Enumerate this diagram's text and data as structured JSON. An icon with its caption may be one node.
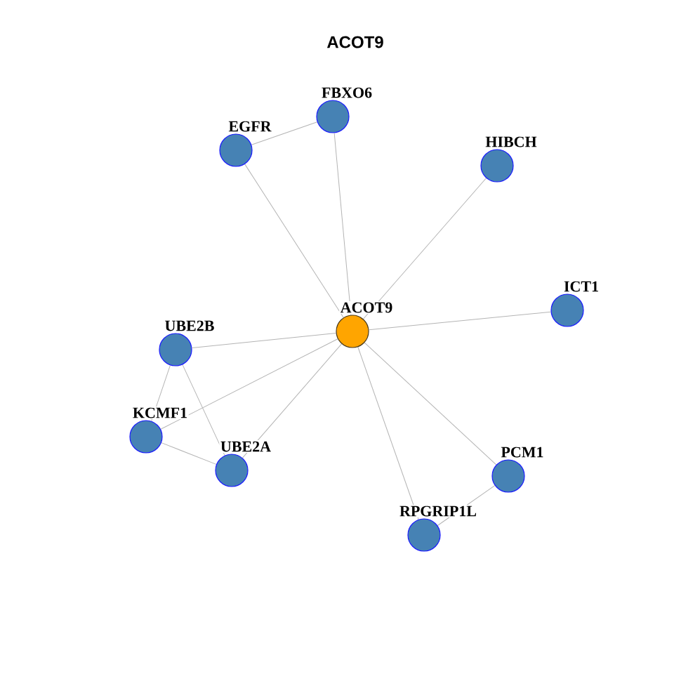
{
  "diagram": {
    "title": "ACOT9",
    "nodes": [
      {
        "text": [
          "FBXO6"
        ]
      },
      {
        "text": [
          "EGFR"
        ]
      },
      {
        "text": [
          "HIBCH"
        ]
      },
      {
        "text": [
          "ICT1"
        ]
      },
      {
        "text": [
          "ACOT9"
        ]
      },
      {
        "text": [
          "UBE2B"
        ]
      },
      {
        "text": [
          "KCMF1"
        ]
      },
      {
        "text": [
          "UBE2A"
        ]
      },
      {
        "text": [
          "PCM1"
        ]
      },
      {
        "text": [
          "RPGRIP1L"
        ]
      }
    ],
    "edges": [
      {
        "from": 1,
        "to": 0,
        "arrow": "none"
      },
      {
        "from": 4,
        "to": 0,
        "arrow": "none"
      },
      {
        "from": 4,
        "to": 1,
        "arrow": "none"
      },
      {
        "from": 4,
        "to": 2,
        "arrow": "none"
      },
      {
        "from": 4,
        "to": 3,
        "arrow": "none"
      },
      {
        "from": 4,
        "to": 5,
        "arrow": "none"
      },
      {
        "from": 4,
        "to": 6,
        "arrow": "none"
      },
      {
        "from": 4,
        "to": 7,
        "arrow": "none"
      },
      {
        "from": 4,
        "to": 8,
        "arrow": "none"
      },
      {
        "from": 4,
        "to": 9,
        "arrow": "none"
      },
      {
        "from": 5,
        "to": 6,
        "arrow": "none"
      },
      {
        "from": 5,
        "to": 7,
        "arrow": "none"
      },
      {
        "from": 6,
        "to": 7,
        "arrow": "none"
      },
      {
        "from": 8,
        "to": 9,
        "arrow": "none"
      }
    ]
  }
}
